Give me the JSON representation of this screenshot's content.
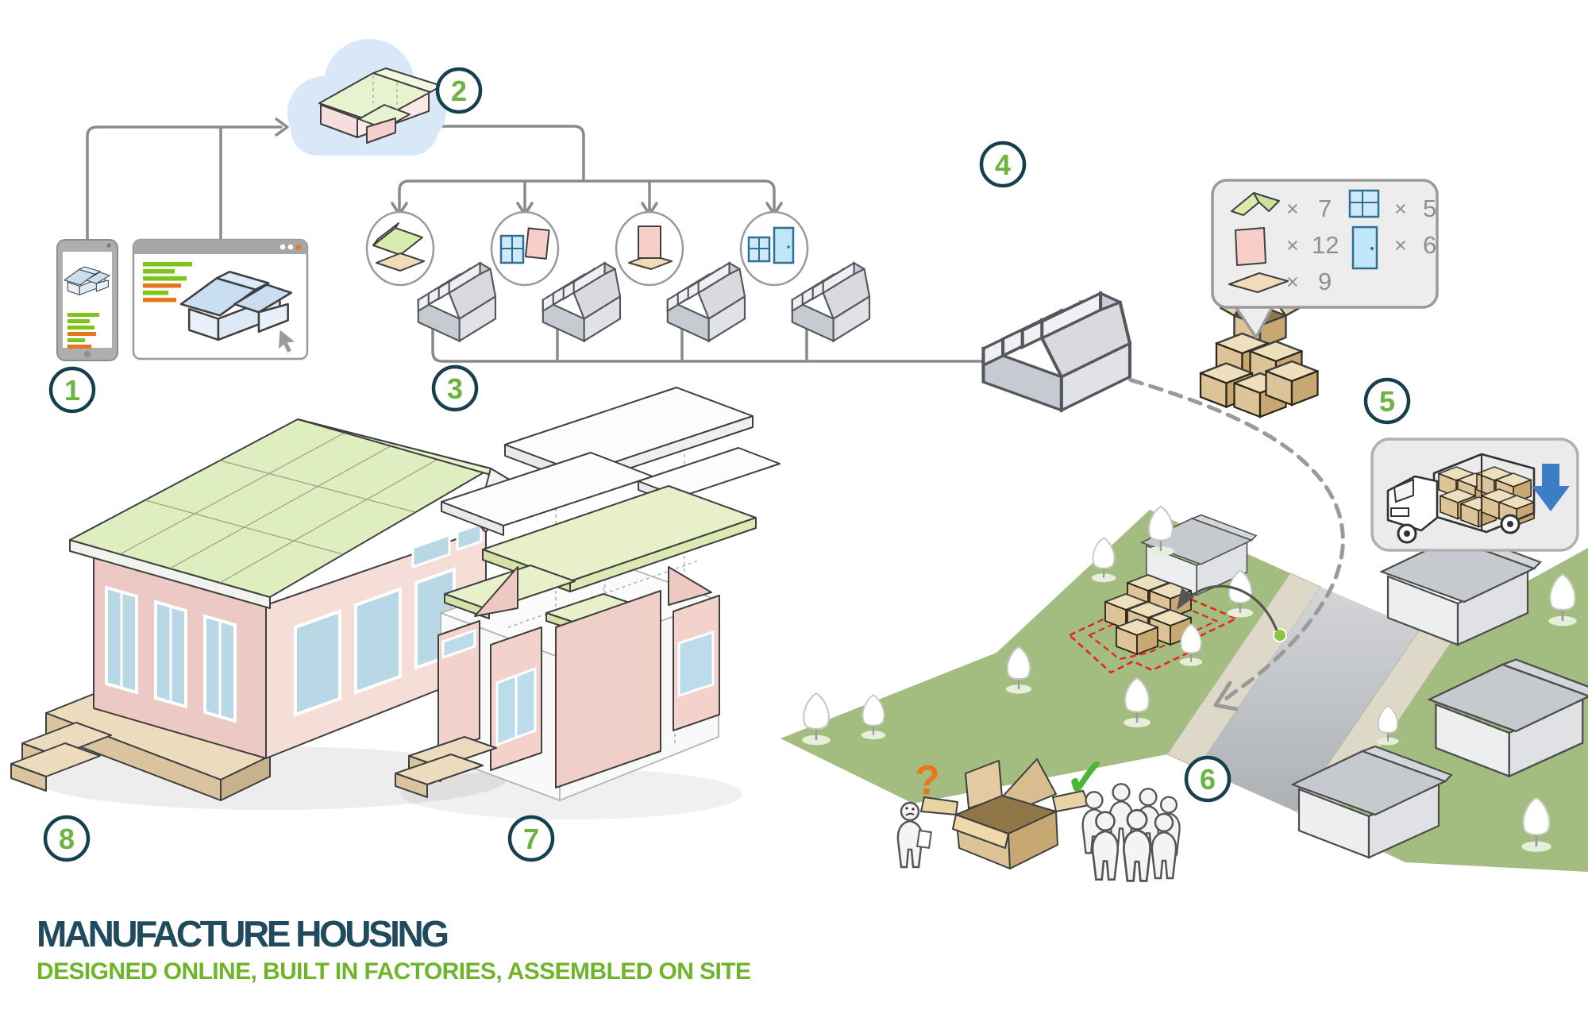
{
  "title": {
    "heading": "MANUFACTURE HOUSING",
    "subheading": "DESIGNED ONLINE, BUILT IN FACTORIES, ASSEMBLED ON SITE"
  },
  "badges": [
    "1",
    "2",
    "3",
    "4",
    "5",
    "6",
    "7",
    "8"
  ],
  "parts_list": {
    "multiply_sign": "×",
    "items": [
      {
        "part": "roof-panel",
        "color": "#d9ecae",
        "qty": "7"
      },
      {
        "part": "window",
        "color": "#cfeafa",
        "qty": "5"
      },
      {
        "part": "wall-panel",
        "color": "#f8cfc8",
        "qty": "12"
      },
      {
        "part": "door",
        "color": "#bfe7f8",
        "qty": "6"
      },
      {
        "part": "floor-panel",
        "color": "#f2dcb8",
        "qty": "9"
      }
    ]
  },
  "annotations": {
    "question_mark": "?",
    "checkmark": "✓"
  },
  "icons": {
    "question_mark": {
      "glyph": "?",
      "color": "#e8761b"
    },
    "checkmark": {
      "glyph": "✓",
      "color": "#4fb43a"
    },
    "down_arrow": {
      "color": "#3b7ec6"
    }
  },
  "colors": {
    "badge_ring": "#16404f",
    "badge_number": "#6cb33f",
    "connector": "#8a8a8a",
    "cloud": "#d9e8f6",
    "lawn": "#a3bd80",
    "road": "#b7babd",
    "sidewalk": "#ddd8c8",
    "footprint_red": "#e8241d",
    "roof_green": "#dfeec0",
    "wall_pink": "#eccbc5",
    "window_blue": "#b9d8e6",
    "cardboard": "#e0c染",
    "title_teal": "#204a5e",
    "subtitle_green": "#6fb52a"
  }
}
